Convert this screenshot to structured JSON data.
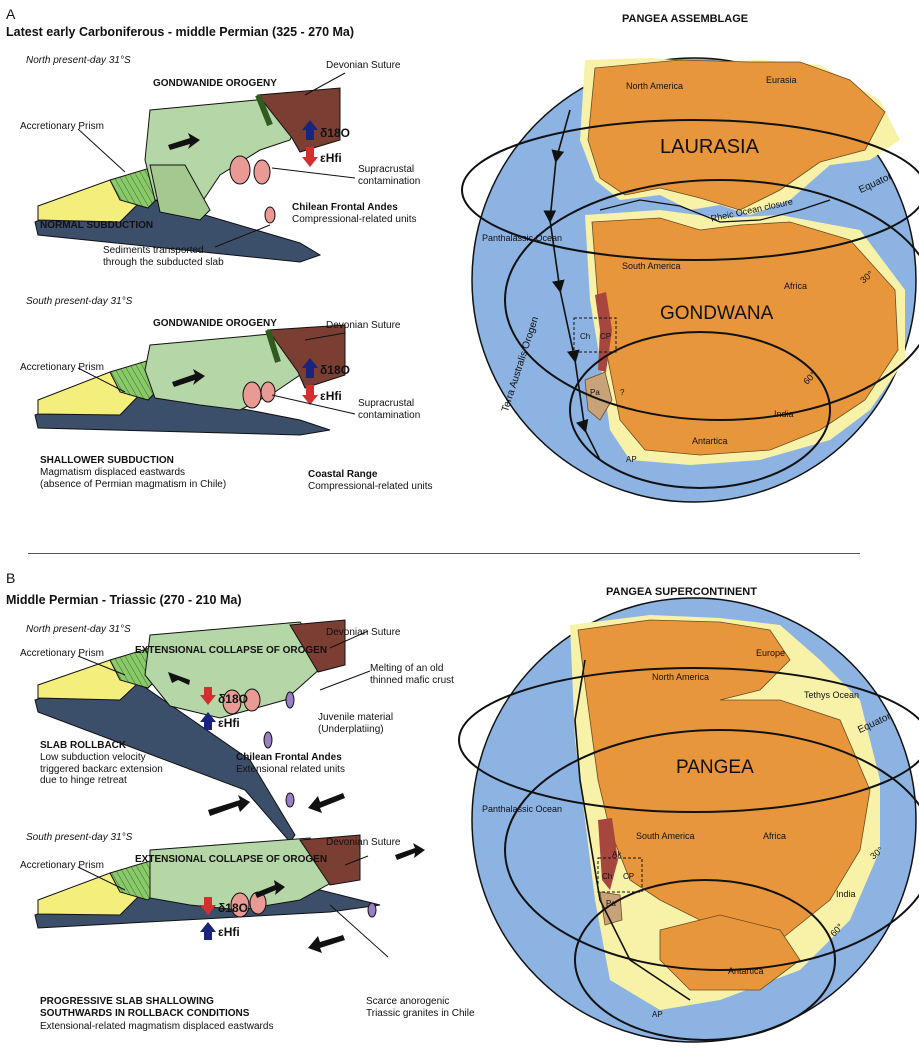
{
  "colors": {
    "ocean": "#8db3e2",
    "continent": "#e8963c",
    "shelf": "#f7f2a8",
    "crust": "#b5d6a7",
    "suture": "#7a3e32",
    "pluton": "#e99a94",
    "juvenile": "#9a7fc2",
    "slab": "#3c4f6a",
    "trench_sediments": "#f4ef7c",
    "prism": "#8ac96a",
    "andes_red": "#a7463e",
    "o18_arrow": "#1a237e",
    "hf_arrow": "#d32f2f"
  },
  "panelA": {
    "letter": "A",
    "title": "Latest early Carboniferous - middle Permian (325 - 270 Ma)",
    "north": {
      "location": "North present-day 31°S",
      "orogeny": "GONDWANIDE OROGENY",
      "suture": "Devonian Suture",
      "prism": "Accretionary Prism",
      "isotope_o": "δ18O",
      "isotope_hf": "εHfi",
      "supracrustal": "Supracrustal\ncontamination",
      "unit_title": "Chilean Frontal Andes",
      "unit_sub": "Compressional-related units",
      "regime": "NORMAL SUBDUCTION",
      "sediments": "Sediments transported\nthrough the subducted slab"
    },
    "south": {
      "location": "South present-day 31°S",
      "orogeny": "GONDWANIDE OROGENY",
      "suture": "Devonian Suture",
      "prism": "Accretionary Prism",
      "isotope_o": "δ18O",
      "isotope_hf": "εHfi",
      "supracrustal": "Supracrustal\ncontamination",
      "regime": "SHALLOWER SUBDUCTION",
      "regime_sub": "Magmatism displaced eastwards\n(absence of Permian magmatism in Chile)",
      "unit_title": "Coastal Range",
      "unit_sub": "Compressional-related units"
    },
    "map": {
      "title": "PANGEA ASSEMBLAGE",
      "north_america": "North America",
      "eurasia": "Eurasia",
      "laurasia": "LAURASIA",
      "equator": "Equator",
      "rheic": "Rheic Ocean closure",
      "panthalassic": "Panthalassic Ocean",
      "south_america": "South America",
      "africa": "Africa",
      "gondwana": "GONDWANA",
      "lat30": "30°",
      "lat60": "60°",
      "ch": "Ch",
      "cp": "CP",
      "pa": "Pa",
      "india": "India",
      "antartica": "Antartica",
      "ap": "AP",
      "orogen": "Terra Australis Orogen",
      "q": "?"
    }
  },
  "panelB": {
    "letter": "B",
    "title": "Middle Permian - Triassic (270 - 210 Ma)",
    "north": {
      "location": "North present-day 31°S",
      "suture": "Devonian Suture",
      "orogeny": "EXTENSIONAL COLLAPSE OF OROGEN",
      "prism": "Accretionary Prism",
      "isotope_o": "δ18O",
      "isotope_hf": "εHfi",
      "melting": "Melting of an old\nthinned mafic crust",
      "juvenile": "Juvenile material\n(Underplatiing)",
      "regime": "SLAB ROLLBACK",
      "regime_sub": "Low subduction velocity\ntriggered backarc extension\ndue to hinge retreat",
      "unit_title": "Chilean Frontal Andes",
      "unit_sub": "Extensional related units"
    },
    "south": {
      "location": "South present-day 31°S",
      "suture": "Devonian Suture",
      "orogeny": "EXTENSIONAL COLLAPSE OF OROGEN",
      "prism": "Accretionary Prism",
      "isotope_o": "δ18O",
      "isotope_hf": "εHfi",
      "regime": "PROGRESSIVE SLAB SHALLOWING\nSOUTHWARDS IN ROLLBACK CONDITIONS",
      "regime_sub": "Extensional-related magmatism displaced eastwards",
      "scarce": "Scarce anorogenic\nTriassic granites in Chile"
    },
    "map": {
      "title": "PANGEA SUPERCONTINENT",
      "north_america": "North America",
      "europe": "Europe",
      "tethys": "Tethys Ocean",
      "equator": "Equator",
      "pangea": "PANGEA",
      "panthalassic": "Panthalassic Ocean",
      "south_america": "South America",
      "africa": "Africa",
      "lat30": "30°",
      "lat60": "60°",
      "ch": "Ch",
      "cp": "CP",
      "pa": "Pa",
      "india": "India",
      "antartica": "Antartica",
      "ap": "AP",
      "ak": "Ak"
    }
  }
}
